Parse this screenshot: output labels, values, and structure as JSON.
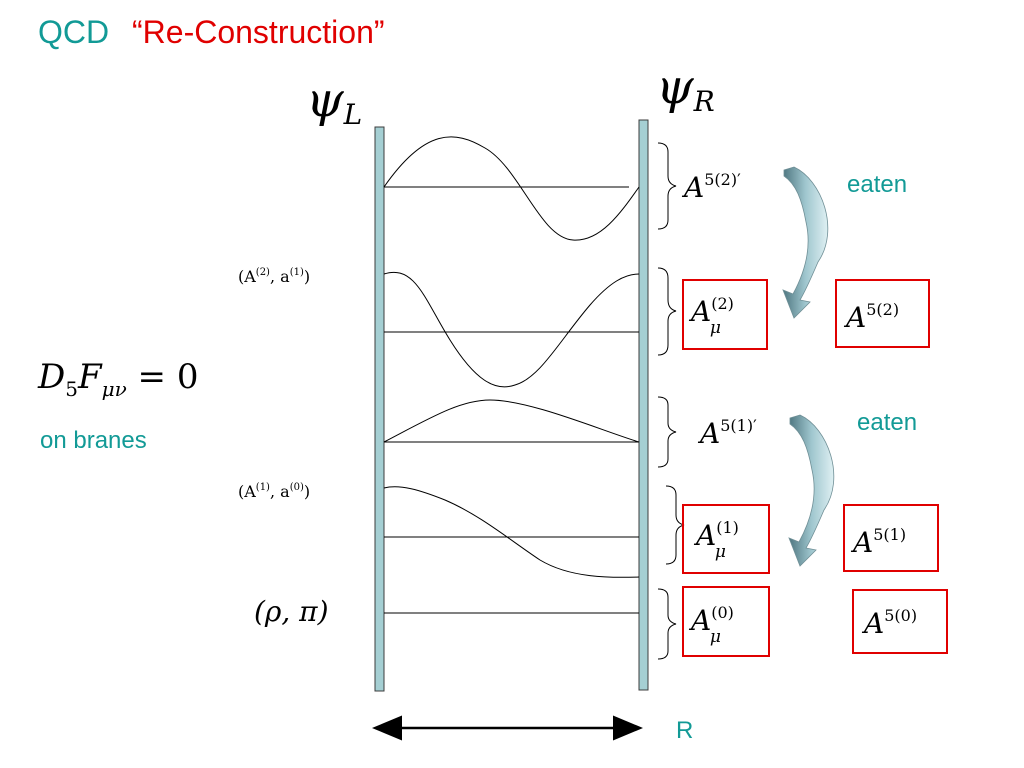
{
  "title": {
    "prefix": "QCD",
    "quoted": "“Re-Construction”"
  },
  "branes": {
    "left_label": "ψ",
    "left_sub": "L",
    "right_label": "ψ",
    "right_sub": "R"
  },
  "equation": {
    "base": "D",
    "sub5": "5",
    "F": "F",
    "sub_mn": "μν",
    "eq": " = 0"
  },
  "on_branes": "on branes",
  "left_labels": [
    {
      "open": "(A",
      "s1": "(2)",
      "mid": ", a",
      "s2": "(1)",
      "close": ")"
    },
    {
      "open": "(A",
      "s1": "(1)",
      "mid": ", a",
      "s2": "(0)",
      "close": ")"
    }
  ],
  "rho_pi": "(ρ,  π)",
  "modes": [
    {
      "base": "A",
      "sup": "5(2)′"
    },
    {
      "base": "A",
      "sup": "(2)",
      "sub": "μ"
    },
    {
      "base": "A",
      "sup": "5(1)′"
    },
    {
      "base": "A",
      "sup": "(1)",
      "sub": "μ"
    },
    {
      "base": "A",
      "sup": "(0)",
      "sub": "μ"
    }
  ],
  "right_boxes": [
    {
      "base": "A",
      "sup": "5(2)"
    },
    {
      "base": "A",
      "sup": "5(1)"
    },
    {
      "base": "A",
      "sup": "5(0)"
    }
  ],
  "eaten_labels": [
    "eaten",
    "eaten"
  ],
  "r_label": "R",
  "colors": {
    "teal": "#129a96",
    "red": "#e00000",
    "brane": "#a5cfd3",
    "arrow_fill": "#9fc6ce",
    "arrow_dark": "#4a6f78"
  },
  "icons": [
    "curved-arrow-icon",
    "double-arrow-icon",
    "brace-icon"
  ]
}
